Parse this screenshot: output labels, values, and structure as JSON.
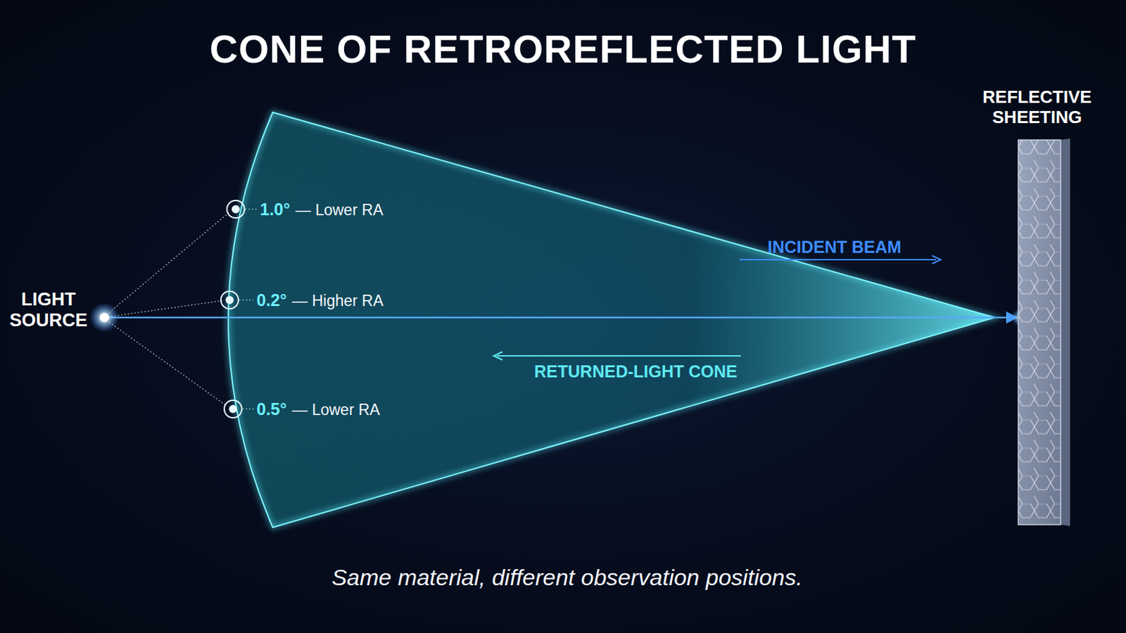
{
  "diagram": {
    "title": "CONE OF RETROREFLECTED LIGHT",
    "caption": "Same material, different observation positions.",
    "labels": [
      "LIGHT SOURCE",
      "REFLECTIVE SHEETING",
      "INCIDENT BEAM",
      "RETURNED-LIGHT CONE",
      "1.0°",
      "— Lower RA",
      "0.2°",
      "— Higher RA",
      "0.5°",
      "— Lower RA"
    ]
  }
}
